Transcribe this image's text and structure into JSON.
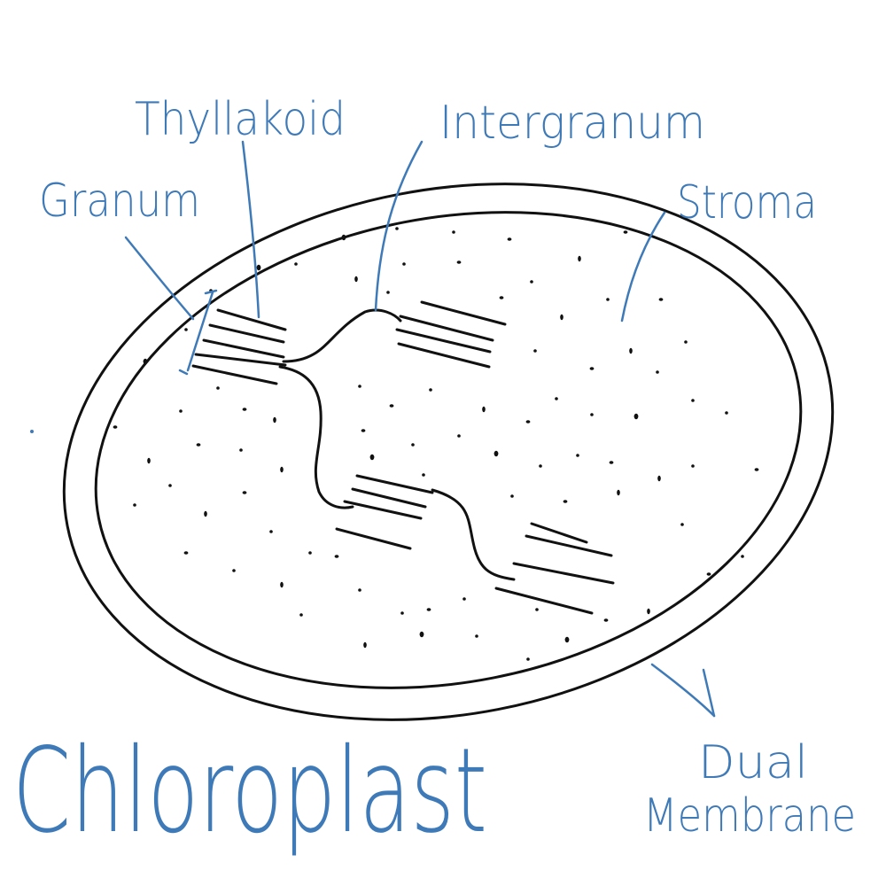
{
  "title": "Chloroplast",
  "labels": {
    "thylakoid": "Thyllakoid",
    "intergranum": "Intergranum",
    "granum": "Granum",
    "stroma": "Stroma",
    "dual_line1": "Dual",
    "dual_line2": "Membrane"
  },
  "colors": {
    "ink": "#111111",
    "label_blue": "#3f7ab8",
    "background": "#ffffff"
  }
}
